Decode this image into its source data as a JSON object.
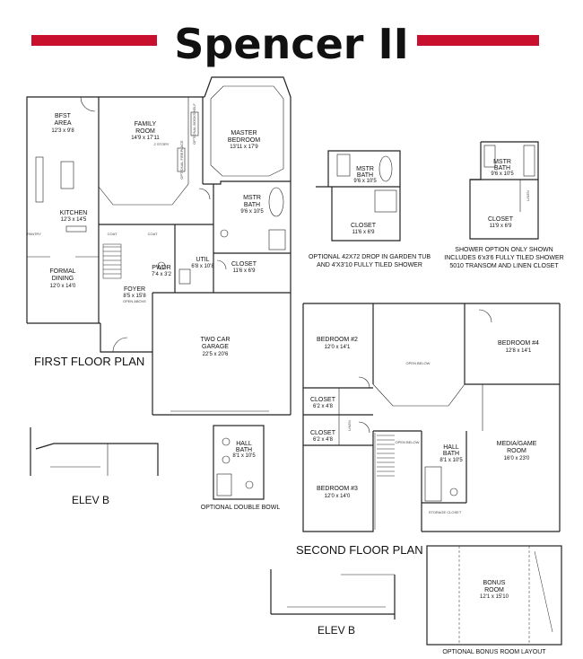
{
  "title": "Spencer II",
  "accent_color": "#c8102e",
  "first_floor": {
    "label": "FIRST FLOOR PLAN",
    "bfst": {
      "name1": "BFST",
      "name2": "AREA",
      "dim": "12'3 x 9'8"
    },
    "family": {
      "name1": "FAMILY",
      "name2": "ROOM",
      "dim": "14'9 x 17'11",
      "note": "2 STORY"
    },
    "master_bedroom": {
      "name1": "MASTER",
      "name2": "BEDROOM",
      "dim": "13'11 x 17'9"
    },
    "kitchen": {
      "name": "KITCHEN",
      "dim": "12'3 x 14'5"
    },
    "mstr_bath": {
      "name1": "MSTR",
      "name2": "BATH",
      "dim": "9'6 x 10'5"
    },
    "closet": {
      "name": "CLOSET",
      "dim": "11'6 x 6'9"
    },
    "util": {
      "name": "UTIL",
      "dim": "6'8 x 10'8"
    },
    "pwdr": {
      "name": "PWDR",
      "dim": "7'4 x 3'2"
    },
    "foyer": {
      "name": "FOYER",
      "dim": "8'5 x 15'8",
      "note": "OPEN ABOVE"
    },
    "formal_dining": {
      "name1": "FORMAL",
      "name2": "DINING",
      "dim": "12'0 x 14'0"
    },
    "garage": {
      "name1": "TWO CAR",
      "name2": "GARAGE",
      "dim": "22'5 x 20'6"
    },
    "coat1": "COAT",
    "coat2": "COAT",
    "pantry": "PANTRY",
    "optional_fireplace": "OPTIONAL FIREPLACE",
    "optional_bookshelf": "OPTIONAL BOOKSHELF"
  },
  "option_tub": {
    "mstr_bath": {
      "name1": "MSTR",
      "name2": "BATH",
      "dim": "9'6 x 10'5"
    },
    "closet": {
      "name": "CLOSET",
      "dim": "11'6 x 6'9"
    },
    "caption": [
      "OPTIONAL 42X72 DROP IN GARDEN TUB",
      "AND 4'X3'10 FULLY TILED SHOWER"
    ]
  },
  "option_shower": {
    "mstr_bath": {
      "name1": "MSTR",
      "name2": "BATH",
      "dim": "9'6 x 10'5"
    },
    "closet": {
      "name": "CLOSET",
      "dim": "11'9 x 6'9"
    },
    "linen": "LINEN",
    "caption": [
      "SHOWER OPTION ONLY SHOWN",
      "INCLUDES 6'x3'6 FULLY TILED SHOWER",
      "5010 TRANSOM AND LINEN CLOSET"
    ]
  },
  "second_floor": {
    "label": "SECOND FLOOR PLAN",
    "bedroom2": {
      "name": "BEDROOM #2",
      "dim": "12'0 x 14'1"
    },
    "bedroom3": {
      "name": "BEDROOM #3",
      "dim": "12'0 x 14'0"
    },
    "bedroom4": {
      "name": "BEDROOM #4",
      "dim": "12'8 x 14'1"
    },
    "closet_a": {
      "name": "CLOSET",
      "dim": "6'2 x 4'8"
    },
    "closet_b": {
      "name": "CLOSET",
      "dim": "6'2 x 4'8"
    },
    "hall_bath": {
      "name1": "HALL",
      "name2": "BATH",
      "dim": "8'1 x 10'5"
    },
    "media": {
      "name1": "MEDIA/GAME",
      "name2": "ROOM",
      "dim": "16'0 x 23'0"
    },
    "open_below": "OPEN BELOW",
    "open_below2": "OPEN BELOW",
    "linen": "LINEN",
    "storage": "STORAGE CLOSET"
  },
  "double_bowl": {
    "hall_bath": {
      "name1": "HALL",
      "name2": "BATH",
      "dim": "8'1 x 10'5"
    },
    "caption": "OPTIONAL DOUBLE BOWL"
  },
  "elev_b_left": "ELEV B",
  "elev_b_right": "ELEV B",
  "bonus": {
    "name1": "BONUS",
    "name2": "ROOM",
    "dim": "12'1 x 15'10",
    "caption": "OPTIONAL BONUS ROOM LAYOUT"
  }
}
